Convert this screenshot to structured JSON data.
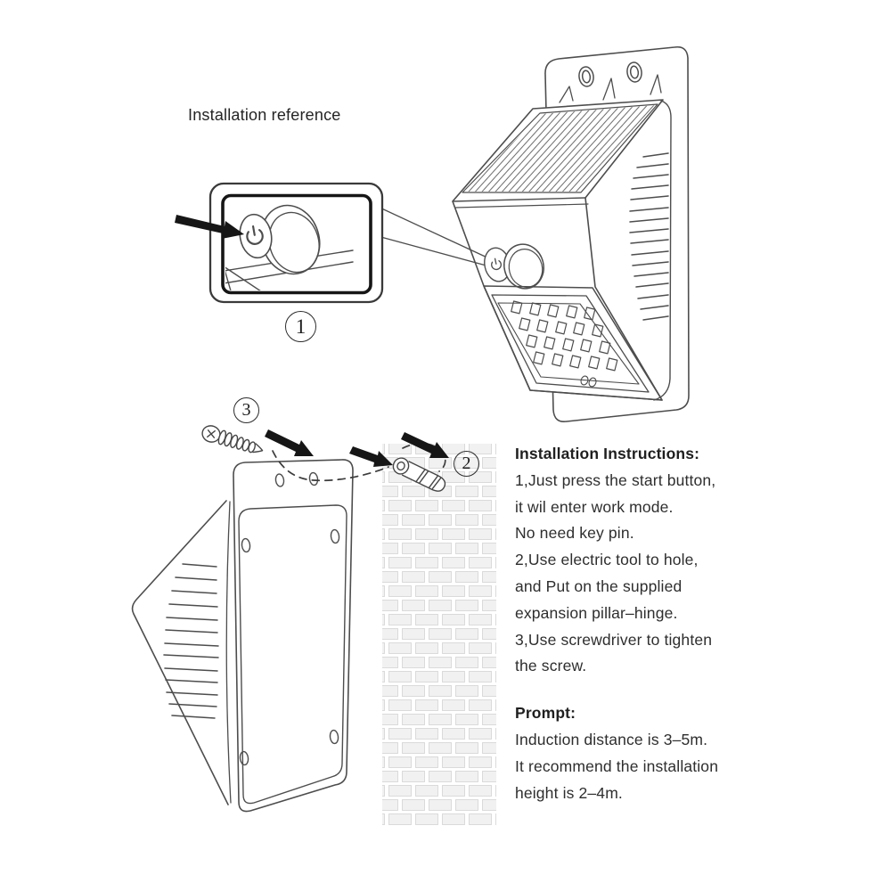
{
  "title": "Installation reference",
  "callout": {
    "number": "1"
  },
  "hardware": {
    "screw_number": "3",
    "anchor_number": "2"
  },
  "instructions": {
    "heading": "Installation Instructions:",
    "lines": [
      "1,Just press the start button,",
      "it wil enter work mode.",
      "No need key pin.",
      "2,Use electric tool to hole,",
      "and Put on the supplied",
      "expansion pillar–hinge.",
      "3,Use screwdriver to tighten",
      "the screw."
    ]
  },
  "prompt": {
    "heading": "Prompt:",
    "lines": [
      "Induction distance is 3–5m.",
      "It recommend the installation",
      "height is 2–4m."
    ]
  },
  "colors": {
    "background": "#ffffff",
    "line_art": "#4d4d4d",
    "accent_black": "#161616",
    "text": "#2e2e2e",
    "brick_fill": "#f1f1f1",
    "brick_stroke": "#dadada"
  }
}
